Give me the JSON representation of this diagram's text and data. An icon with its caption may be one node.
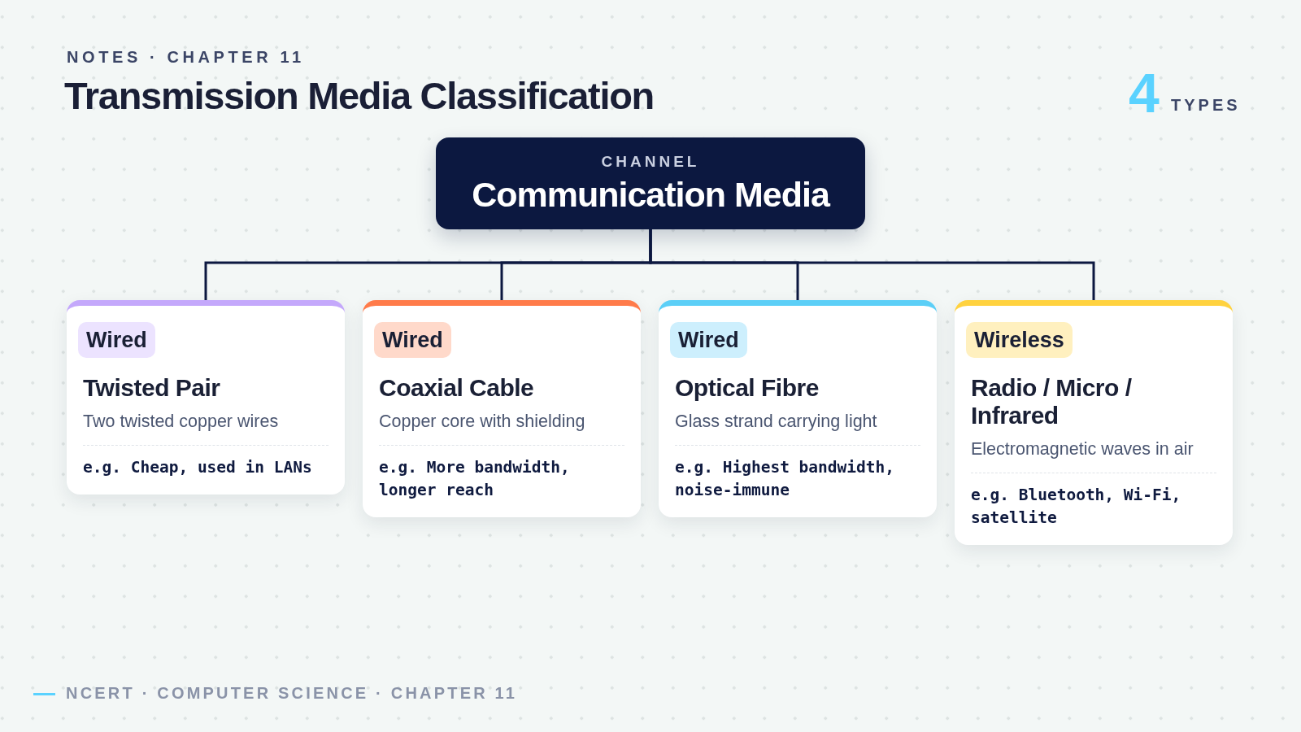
{
  "diagram": {
    "title": "Transmission Media Classification",
    "nodes": [
      {
        "text": [
          "CHANNEL",
          "Communication Media"
        ]
      },
      {
        "text": [
          "Wired",
          "Twisted Pair",
          "Two twisted copper wires",
          "e.g. Cheap, used in LANs"
        ]
      },
      {
        "text": [
          "Wired",
          "Coaxial Cable",
          "Copper core with shielding",
          "e.g. More bandwidth, longer reach"
        ]
      },
      {
        "text": [
          "Wired",
          "Optical Fibre",
          "Glass strand carrying light",
          "e.g. Highest bandwidth, noise-immune"
        ]
      },
      {
        "text": [
          "Wireless",
          "Radio / Micro / Infrared",
          "Electromagnetic waves in air",
          "e.g. Bluetooth, Wi-Fi, satellite"
        ]
      }
    ],
    "edges": [
      {
        "from": 0,
        "to": 1,
        "arrow": "none"
      },
      {
        "from": 0,
        "to": 2,
        "arrow": "none"
      },
      {
        "from": 0,
        "to": 3,
        "arrow": "none"
      },
      {
        "from": 0,
        "to": 4,
        "arrow": "none"
      }
    ],
    "labels": [
      "NOTES · CHAPTER 11",
      "4",
      "TYPES",
      "NCERT · COMPUTER SCIENCE · CHAPTER 11"
    ]
  }
}
